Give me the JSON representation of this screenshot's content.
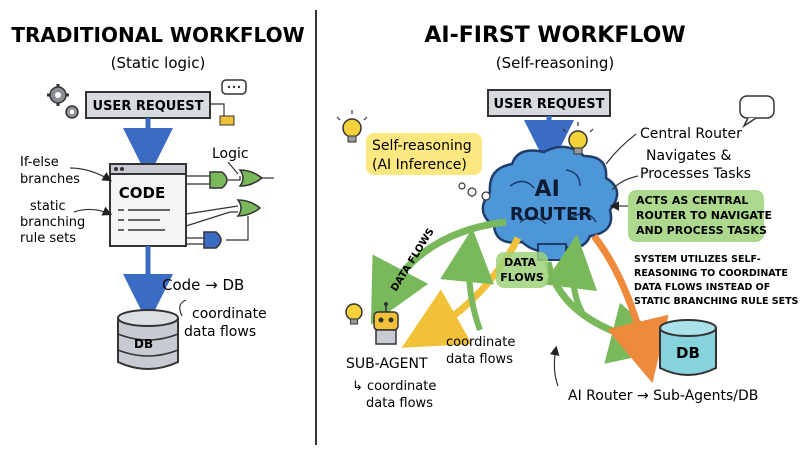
{
  "left_panel": {
    "title": "TRADITIONAL WORKFLOW",
    "subtitle": "(Static logic)",
    "user_request_label": "USER REQUEST",
    "code_label": "CODE",
    "logic_label": "Logic",
    "if_else_label": [
      "If-else",
      "branches"
    ],
    "static_label": [
      "static",
      "branching",
      "rule sets"
    ],
    "code_db_label": "Code → DB",
    "db_label": "DB",
    "coordinate_label": [
      "coordinate",
      "data flows"
    ]
  },
  "right_panel": {
    "title": "AI-FIRST WORKFLOW",
    "subtitle": "(Self-reasoning)",
    "user_request_label": "USER REQUEST",
    "router_label": [
      "AI",
      "ROUTER"
    ],
    "self_reasoning_label": [
      "Self-reasoning",
      "(AI Inference)"
    ],
    "central_router_label": "Central Router",
    "navigates_label": [
      "Navigates &",
      "Processes Tasks"
    ],
    "acts_label": [
      "ACTS AS CENTRAL",
      "ROUTER TO NAVIGATE",
      "AND PROCESS TASKS"
    ],
    "system_label": [
      "SYSTEM UTILIZES SELF-",
      "REASONING TO COORDINATE",
      "DATA FLOWS INSTEAD OF",
      "STATIC BRANCHING RULE SETS"
    ],
    "data_flows_left": "DATA FLOWS",
    "data_flows_center": [
      "DATA",
      "FLOWS"
    ],
    "coordinate_label": [
      "coordinate",
      "data flows"
    ],
    "sub_agent_label": "SUB-AGENT",
    "sub_agent_note": [
      "↳ coordinate",
      "data flows"
    ],
    "db_label": "DB",
    "router_to_label": "AI Router → Sub-Agents/DB"
  },
  "colors": {
    "blue_arrow": "#3a6cc4",
    "gray_box": "#d7dade",
    "brain_blue": "#4d97d9",
    "yellow_highlight": "#fbe36a",
    "green_highlight": "#9fd27b",
    "cyan_db": "#86d3de",
    "orange_arrow": "#ee8a3c",
    "green_arrow": "#79b85b",
    "yellow_arrow": "#f1c13a"
  }
}
